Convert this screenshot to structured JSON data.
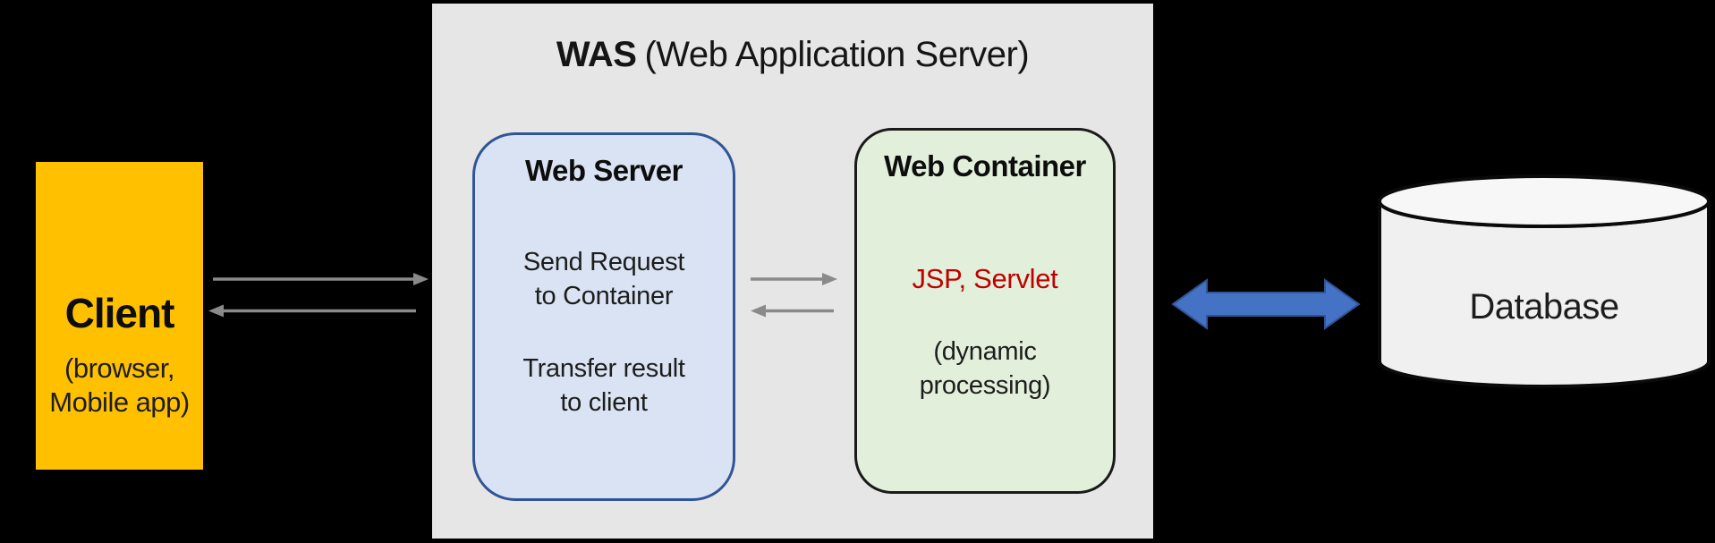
{
  "was": {
    "title_bold": "WAS",
    "title_rest": "(Web Application Server)",
    "bg": "#E7E6E6"
  },
  "client": {
    "title": "Client",
    "subtitle_line1": "(browser,",
    "subtitle_line2": "Mobile app)",
    "bg": "#FFC000"
  },
  "web_server": {
    "title": "Web Server",
    "body1_line1": "Send Request",
    "body1_line2": "to Container",
    "body2_line1": "Transfer result",
    "body2_line2": "to client",
    "bg": "#DAE3F3",
    "border": "#2F5597"
  },
  "web_container": {
    "title": "Web Container",
    "highlight": "JSP, Servlet",
    "highlight_color": "#C00000",
    "body_line1": "(dynamic",
    "body_line2": "processing)",
    "bg": "#E2EFDA",
    "border": "#1A1A1A"
  },
  "database": {
    "label": "Database",
    "fill_top": "#F7F7F7",
    "fill_body": "#F0F0F0",
    "stroke": "#0A0A0A"
  },
  "arrows": {
    "gray": "#8A8A8A",
    "blue_fill": "#4472C4",
    "blue_stroke": "#2F5597"
  }
}
